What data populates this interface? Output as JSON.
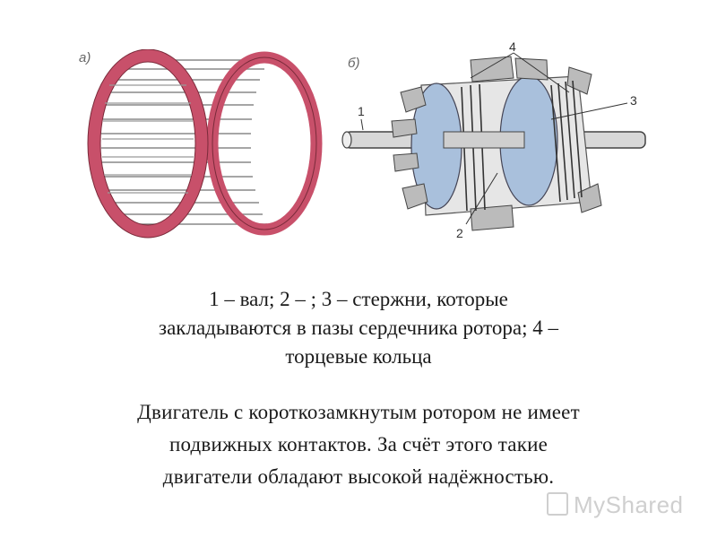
{
  "figure": {
    "label_a": "а)",
    "label_b": "б)",
    "callouts": {
      "c1": "1",
      "c2": "2",
      "c3": "3",
      "c4": "4"
    }
  },
  "caption": {
    "line1": "1 – вал; 2 – ;  3 – стержни, которые",
    "line2": "закладываются в пазы сердечника ротора; 4 –",
    "line3": "торцевые кольца"
  },
  "body": {
    "line1": "Двигатель с короткозамкнутым ротором не имеет",
    "line2": "подвижных контактов. За счёт этого такие",
    "line3": "двигатели обладают высокой надёжностью."
  },
  "watermark": {
    "text": "MyShared"
  },
  "colors": {
    "ring": "#c8506a",
    "core": "#a9c0dc",
    "ink": "#333333"
  }
}
